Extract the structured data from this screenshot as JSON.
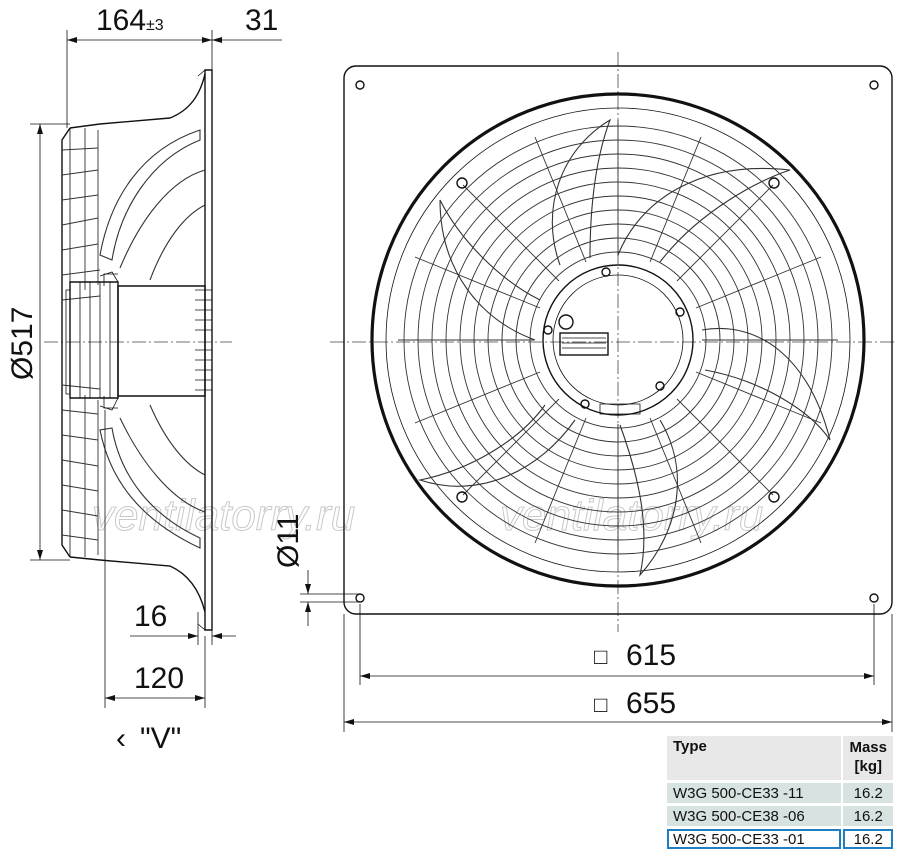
{
  "dimensions": {
    "depth_main": "164",
    "depth_tol": "±3",
    "flange_offset": "31",
    "diameter": "Ø517",
    "hole_diameter": "Ø11",
    "plate_thickness": "16",
    "motor_depth": "120",
    "view_label": "\"V\"",
    "view_arrow": "‹",
    "hole_pitch_symbol": "□",
    "hole_pitch": "615",
    "plate_size_symbol": "□",
    "plate_size": "655"
  },
  "watermark": [
    "ventilatorry.ru",
    "ventilatorry.ru"
  ],
  "table": {
    "header_type": "Type",
    "header_mass_line1": "Mass",
    "header_mass_line2": "[kg]",
    "rows": [
      {
        "type": "W3G 500-CE33  -11",
        "mass": "16.2"
      },
      {
        "type": "W3G 500-CE38  -06",
        "mass": "16.2"
      },
      {
        "type": "W3G 500-CE33  -01",
        "mass": "16.2"
      }
    ]
  }
}
